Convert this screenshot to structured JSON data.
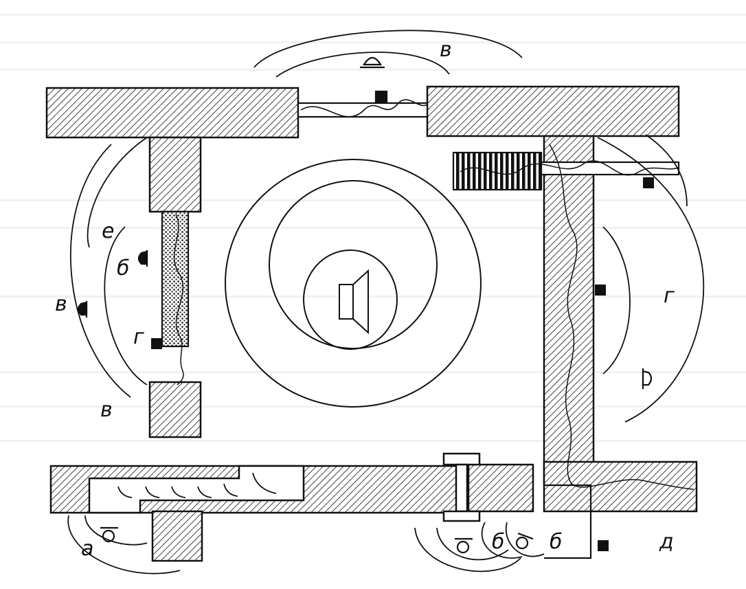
{
  "labels": {
    "a": "а",
    "b": "б",
    "v": "в",
    "g": "г",
    "d": "д",
    "e": "е"
  },
  "colors": {
    "ink": "#111111",
    "paper": "#ffffff"
  },
  "icons": {
    "sound_source": "loudspeaker-icon",
    "sensor": "black-square-sensor-icon",
    "microphone": "microphone-icon"
  }
}
